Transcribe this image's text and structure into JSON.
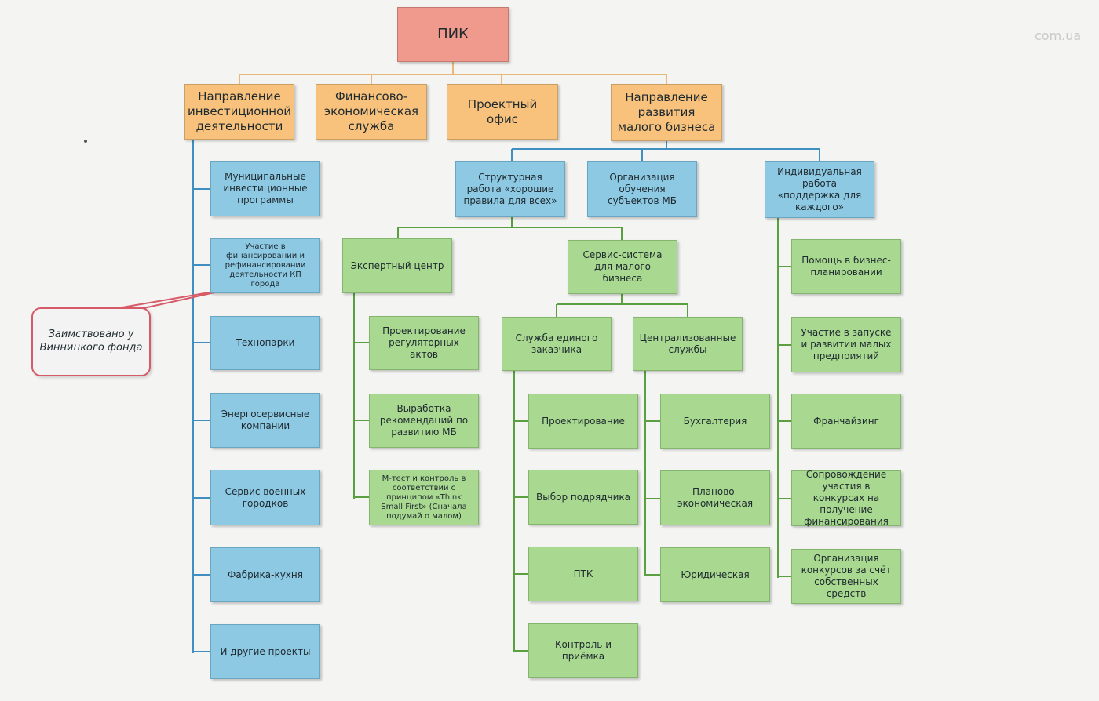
{
  "root": {
    "label": "ПИК"
  },
  "departments": [
    {
      "label": "Направление инвестиционной деятельности"
    },
    {
      "label": "Финансово-экономическая служба"
    },
    {
      "label": "Проектный офис"
    },
    {
      "label": "Направление развития малого бизнеса"
    }
  ],
  "investment_items": [
    {
      "label": "Муниципальные инвестиционные программы"
    },
    {
      "label": "Участие в финансировании и рефинансировании деятельности КП города"
    },
    {
      "label": "Технопарки"
    },
    {
      "label": "Энергосервисные компании"
    },
    {
      "label": "Сервис военных городков"
    },
    {
      "label": "Фабрика-кухня"
    },
    {
      "label": "И другие проекты"
    }
  ],
  "callout": {
    "text": "Заимствовано у Винницкого фонда"
  },
  "small_business": [
    {
      "label": "Структурная работа «хорошие правила для всех»"
    },
    {
      "label": "Организация обучения субъектов МБ"
    },
    {
      "label": "Индивидуальная работа «поддержка для каждого»"
    }
  ],
  "structural": [
    {
      "label": "Экспертный центр"
    },
    {
      "label": "Сервис-система для малого бизнеса"
    }
  ],
  "expert_center": [
    {
      "label": "Проектирование регуляторных актов"
    },
    {
      "label": "Выработка рекомендаций по развитию МБ"
    },
    {
      "label": "М-тест и контроль в соответствии с принципом «Think Small First» (Сначала подумай о малом)"
    }
  ],
  "service_system": [
    {
      "label": "Служба единого заказчика"
    },
    {
      "label": "Централизованные службы"
    }
  ],
  "single_customer": [
    {
      "label": "Проектирование"
    },
    {
      "label": "Выбор подрядчика"
    },
    {
      "label": "ПТК"
    },
    {
      "label": "Контроль и приёмка"
    }
  ],
  "centralized": [
    {
      "label": "Бухгалтерия"
    },
    {
      "label": "Планово-экономическая"
    },
    {
      "label": "Юридическая"
    }
  ],
  "individual": [
    {
      "label": "Помощь в бизнес-планировании"
    },
    {
      "label": "Участие в запуске и развитии малых предприятий"
    },
    {
      "label": "Франчайзинг"
    },
    {
      "label": "Сопровождение участия в конкурсах на получение финансирования"
    },
    {
      "label": "Организация конкурсов за счёт собственных средств"
    }
  ],
  "watermark": "com.ua",
  "colors": {
    "orange_line": "#e8b878",
    "blue_line": "#3f8fc0",
    "green_line": "#5aa040",
    "callout_border": "#d65a68"
  }
}
